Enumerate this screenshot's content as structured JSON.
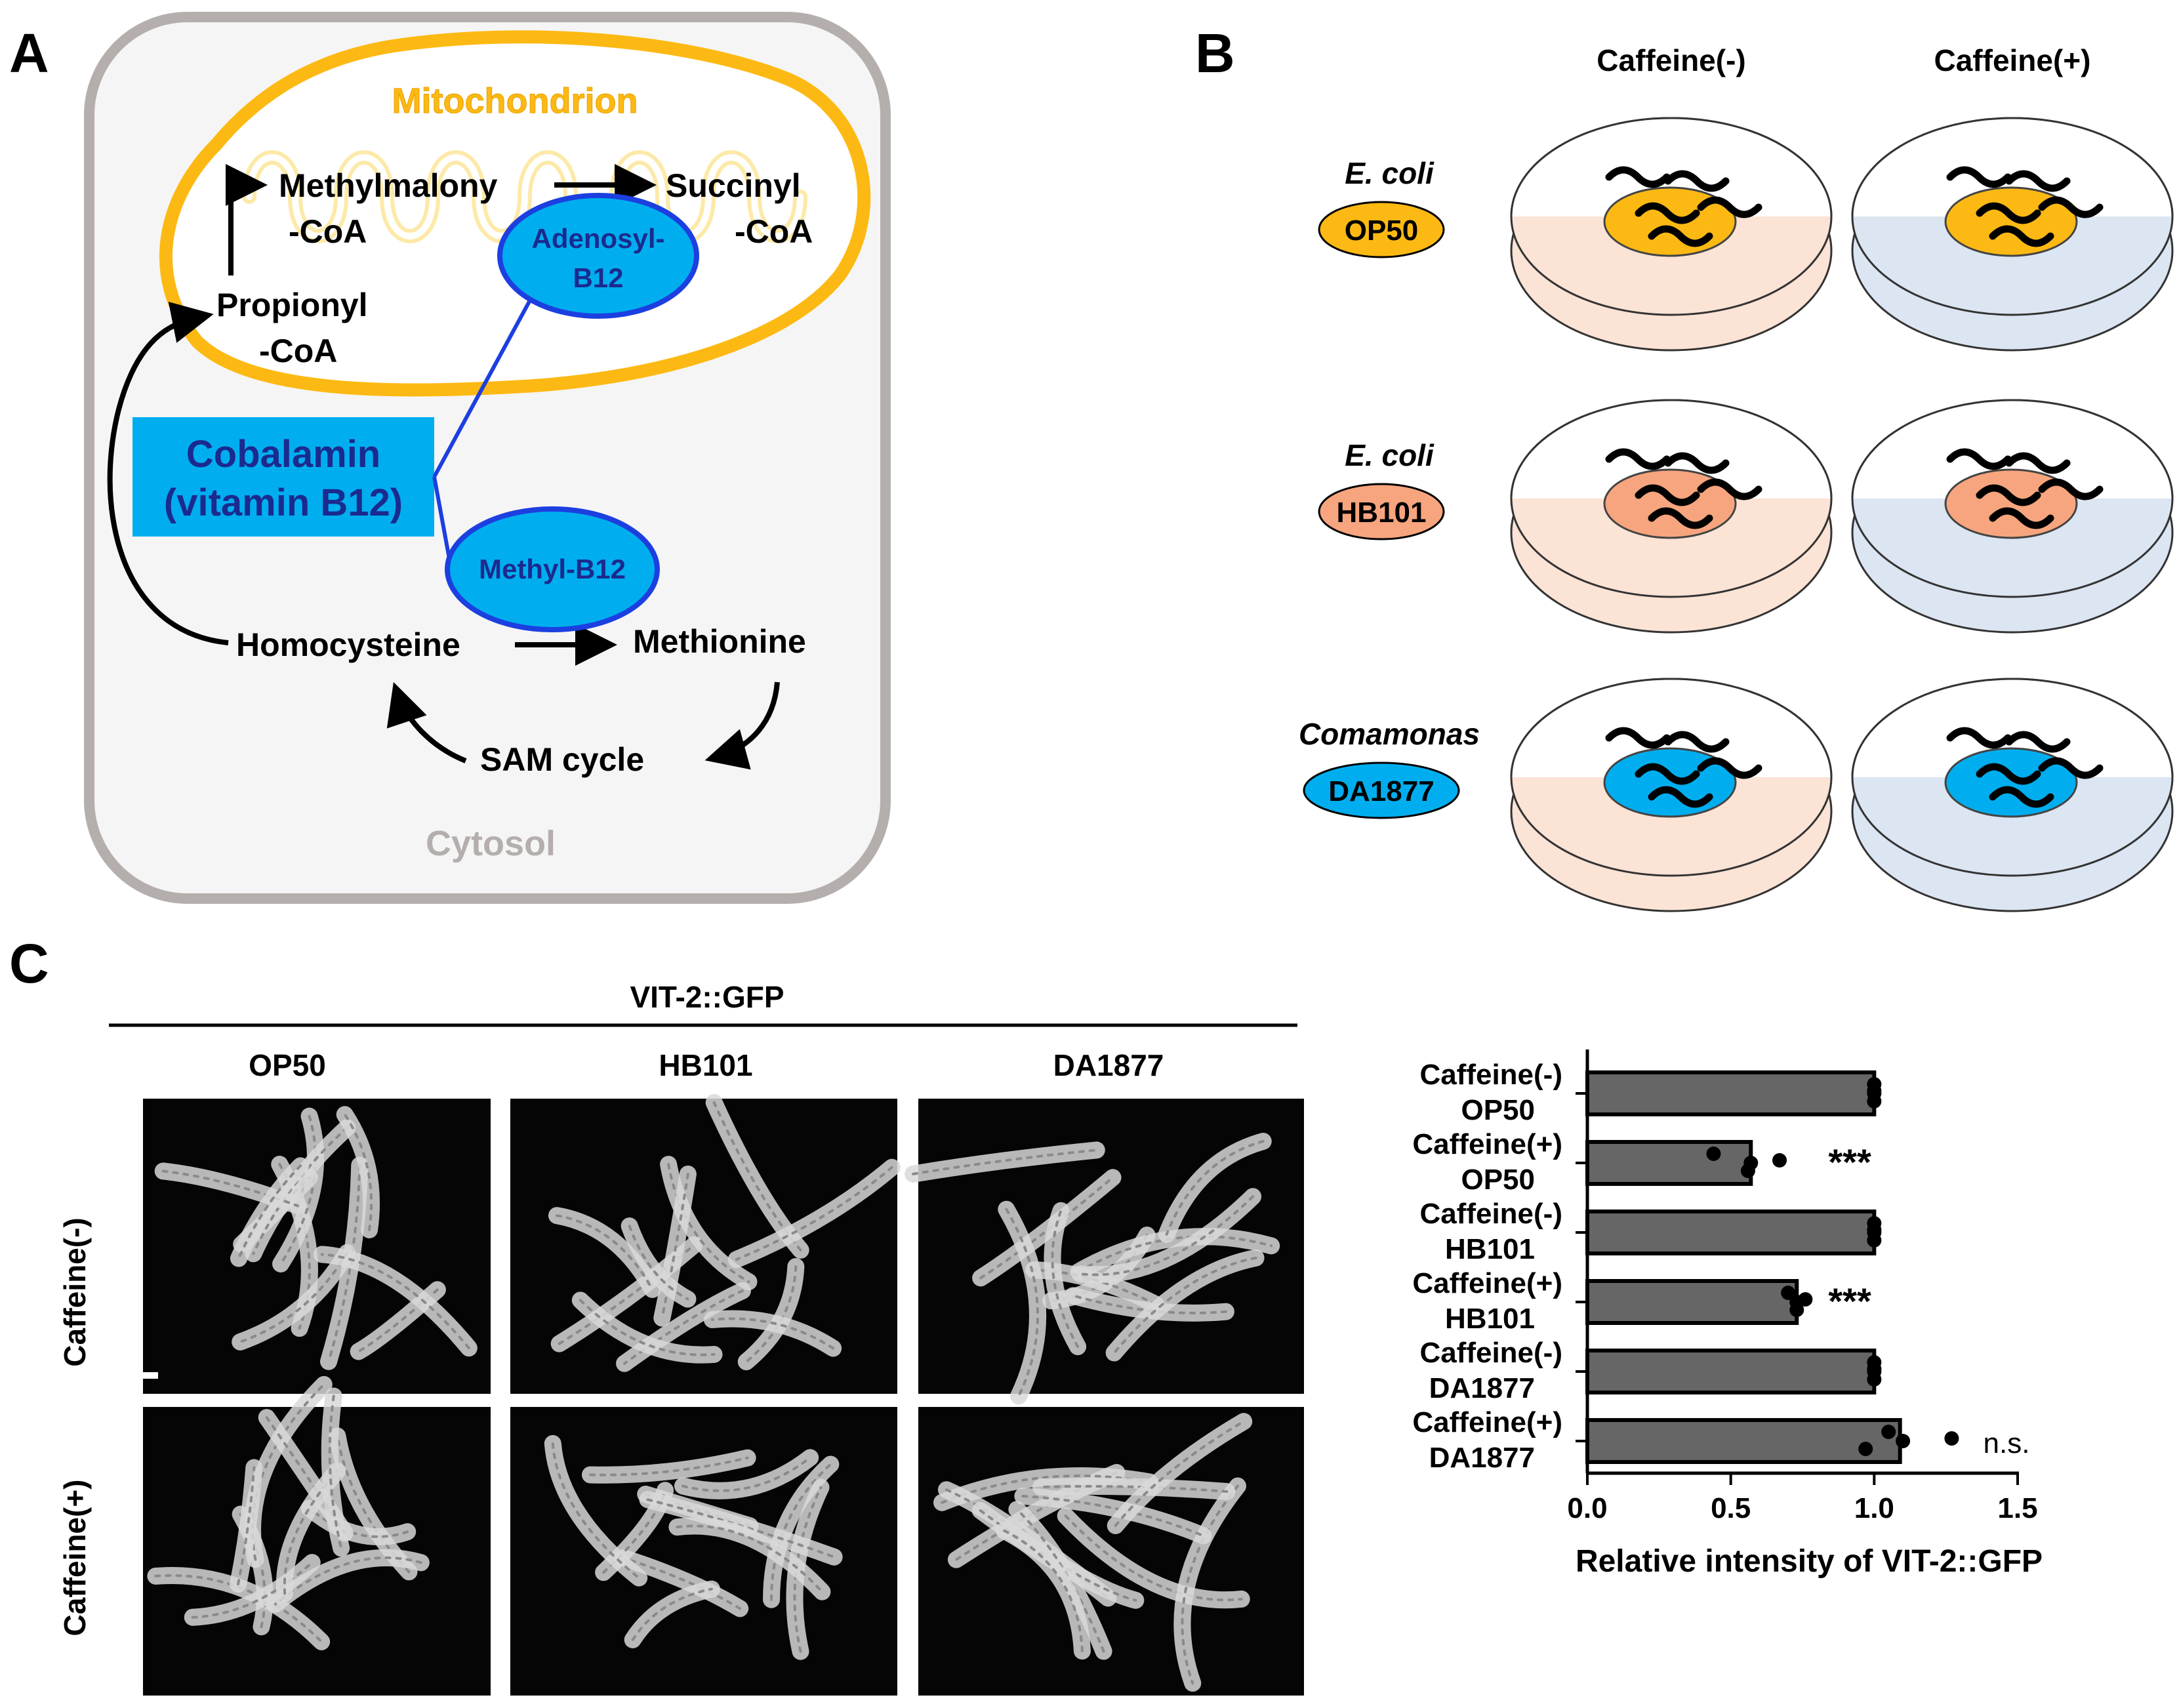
{
  "panel_labels": {
    "a": "A",
    "b": "B",
    "c": "C"
  },
  "panel_a": {
    "compartments": {
      "mito": "Mitochondrion",
      "cytosol": "Cytosol"
    },
    "cobalamin": {
      "line1": "Cobalamin",
      "line2": "(vitamin B12)"
    },
    "cofactors": {
      "adenosyl_line1": "Adenosyl-",
      "adenosyl_line2": "B12",
      "methyl": "Methyl-B12"
    },
    "metabolites": {
      "methylmalonyl_line1": "Methylmalony",
      "methylmalonyl_line2": "-CoA",
      "succinyl_line1": "Succinyl",
      "succinyl_line2": "-CoA",
      "propionyl_line1": "Propionyl",
      "propionyl_line2": "-CoA",
      "homocysteine": "Homocysteine",
      "methionine": "Methionine",
      "sam": "SAM cycle"
    },
    "colors": {
      "mito": "#FDB913",
      "cytosol_border": "#B4AFAD",
      "cytosol_fill": "#F5F5F5",
      "b12_fill": "#00AEEF",
      "b12_text": "#1B2A8F",
      "link_line": "#1C3FE0"
    }
  },
  "panel_b": {
    "columns": [
      "Caffeine(-)",
      "Caffeine(+)"
    ],
    "rows": [
      {
        "genus": "E. coli",
        "strain": "OP50",
        "color": "#FDB913"
      },
      {
        "genus": "E. coli",
        "strain": "HB101",
        "color": "#F7A57E"
      },
      {
        "genus": "Comamonas",
        "strain": "DA1877",
        "color": "#00AEEF"
      }
    ],
    "plate_colors": {
      "caffeine_minus": "#FBE3D5",
      "caffeine_plus": "#DCE5F2"
    }
  },
  "panel_c": {
    "reporter": "VIT-2::GFP",
    "columns": [
      "OP50",
      "HB101",
      "DA1877"
    ],
    "rows": [
      "Caffeine(-)",
      "Caffeine(+)"
    ]
  },
  "chart_data": {
    "type": "bar",
    "orientation": "horizontal",
    "categories": [
      [
        "Caffeine(-)",
        "OP50"
      ],
      [
        "Caffeine(+)",
        "OP50"
      ],
      [
        "Caffeine(-)",
        "HB101"
      ],
      [
        "Caffeine(+)",
        "HB101"
      ],
      [
        "Caffeine(-)",
        "DA1877"
      ],
      [
        "Caffeine(+)",
        "DA1877"
      ]
    ],
    "values": [
      1.0,
      0.57,
      1.0,
      0.73,
      1.0,
      1.09
    ],
    "points": [
      [
        1.0,
        1.0,
        1.0,
        1.0
      ],
      [
        0.44,
        0.57,
        0.56,
        0.67
      ],
      [
        1.0,
        1.0,
        1.0,
        1.0
      ],
      [
        0.7,
        0.73,
        0.73,
        0.76
      ],
      [
        1.0,
        1.0,
        1.0,
        1.0
      ],
      [
        1.05,
        1.1,
        0.97,
        1.27
      ]
    ],
    "annotations": [
      "",
      "***",
      "",
      "***",
      "",
      "n.s."
    ],
    "xlabel": "Relative intensity of VIT-2::GFP",
    "xlim": [
      0,
      1.5
    ],
    "xticks": [
      "0.0",
      "0.5",
      "1.0",
      "1.5"
    ],
    "grid": false,
    "bar_color": "#666666"
  }
}
